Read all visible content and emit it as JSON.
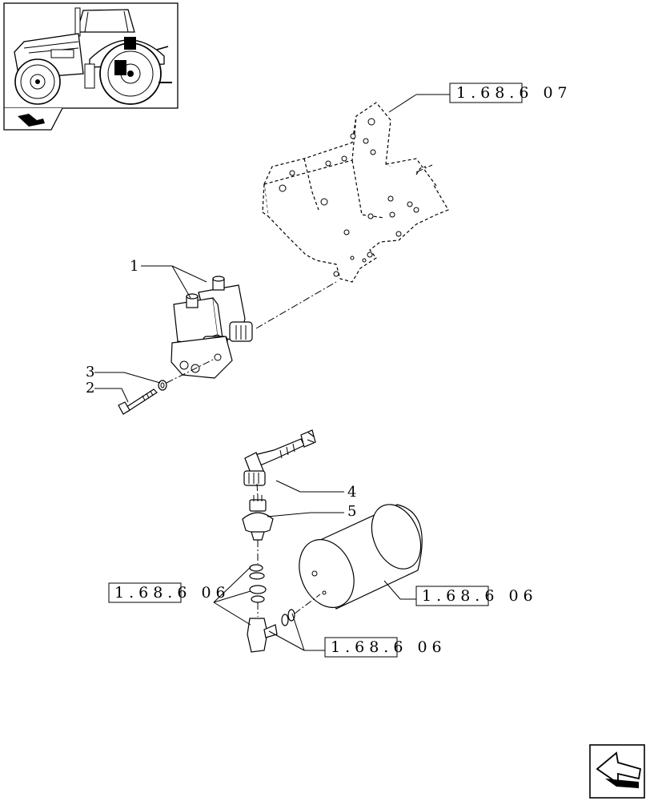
{
  "references": {
    "ref_top": "1.68.6 07",
    "ref_left": "1.68.6 06",
    "ref_tank": "1.68.6 06",
    "ref_bottom": "1.68.6 06"
  },
  "callouts": {
    "c1": "1",
    "c2": "2",
    "c3": "3",
    "c4": "4",
    "c5": "5"
  },
  "icons": {
    "thumbnail": "tractor-thumbnail-icon",
    "section": "section-arrow-icon",
    "next": "next-page-arrow-icon"
  }
}
